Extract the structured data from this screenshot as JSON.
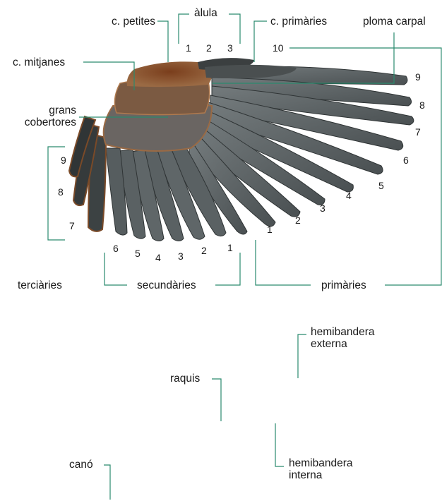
{
  "colors": {
    "leader": "#2a8a6e",
    "feather": "#5d6466",
    "feather_dark": "#2f3435",
    "coverts": "#8a5530"
  },
  "labels": {
    "petites": "c. petites",
    "alula": "àlula",
    "primaries_coverts": "c. primàries",
    "carpal": "ploma carpal",
    "mitjanes": "c. mitjanes",
    "grans_line1": "grans",
    "grans_line2": "cobertores",
    "terciaries": "terciàries",
    "secundaries": "secundàries",
    "primaries": "primàries",
    "hemi_ext_line1": "hemibandera",
    "hemi_ext_line2": "externa",
    "raquis": "raquis",
    "hemi_int_line1": "hemibandera",
    "hemi_int_line2": "interna",
    "cano": "canó"
  },
  "numbers": {
    "alula": [
      "1",
      "2",
      "3"
    ],
    "primaries_tip": [
      "10",
      "9",
      "8",
      "7",
      "6",
      "5",
      "4",
      "3",
      "2",
      "1"
    ],
    "tertials": [
      "9",
      "8",
      "7"
    ],
    "secondaries": [
      "6",
      "5",
      "4",
      "3",
      "2",
      "1"
    ]
  }
}
